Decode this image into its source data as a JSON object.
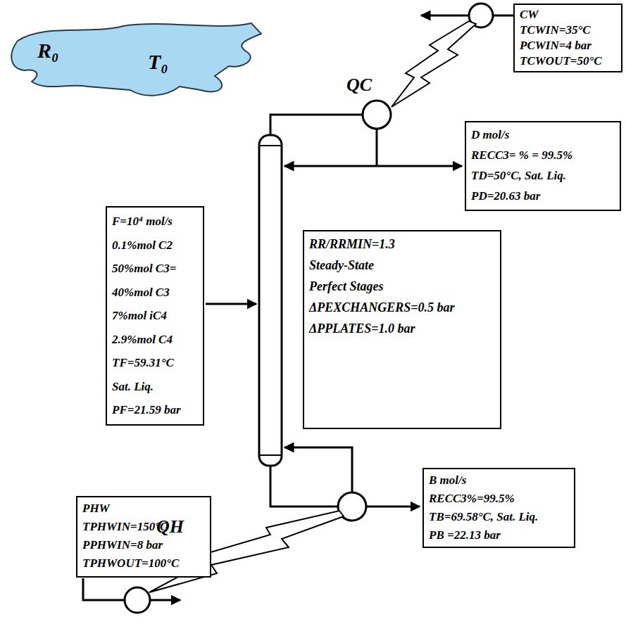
{
  "diagram": {
    "nodes": [
      {
        "text": [
          "R₀",
          "T₀"
        ]
      },
      {
        "text": [
          "CW",
          "TCWIN=35°C",
          "PCWIN=4 bar",
          "TCWOUT=50°C"
        ]
      },
      {
        "text": [
          "D mol/s",
          "RECC3= % = 99.5%",
          "TD=50°C, Sat. Liq.",
          "PD=20.63 bar"
        ]
      },
      {
        "text": [
          "F=10⁴ mol/s",
          "0.1%mol C2",
          "50%mol C3=",
          "40%mol C3",
          "7%mol iC4",
          "2.9%mol C4",
          "TF=59.31°C",
          "Sat. Liq.",
          "PF=21.59 bar"
        ]
      },
      {
        "text": [
          "RR/RRMIN=1.3",
          "Steady-State",
          "Perfect Stages",
          "ΔPEXCHANGERS=0.5 bar",
          "ΔPPLATES=1.0 bar"
        ]
      },
      {
        "text": [
          "B mol/s",
          "RECC3%=99.5%",
          "TB=69.58°C, Sat. Liq.",
          "PB =22.13 bar"
        ]
      },
      {
        "text": [
          "PHW",
          "TPHWIN=150°C",
          "PPHWIN=8 bar",
          "TPHWOUT=100°C"
        ]
      }
    ],
    "labels": [
      "QC",
      "QH"
    ]
  }
}
